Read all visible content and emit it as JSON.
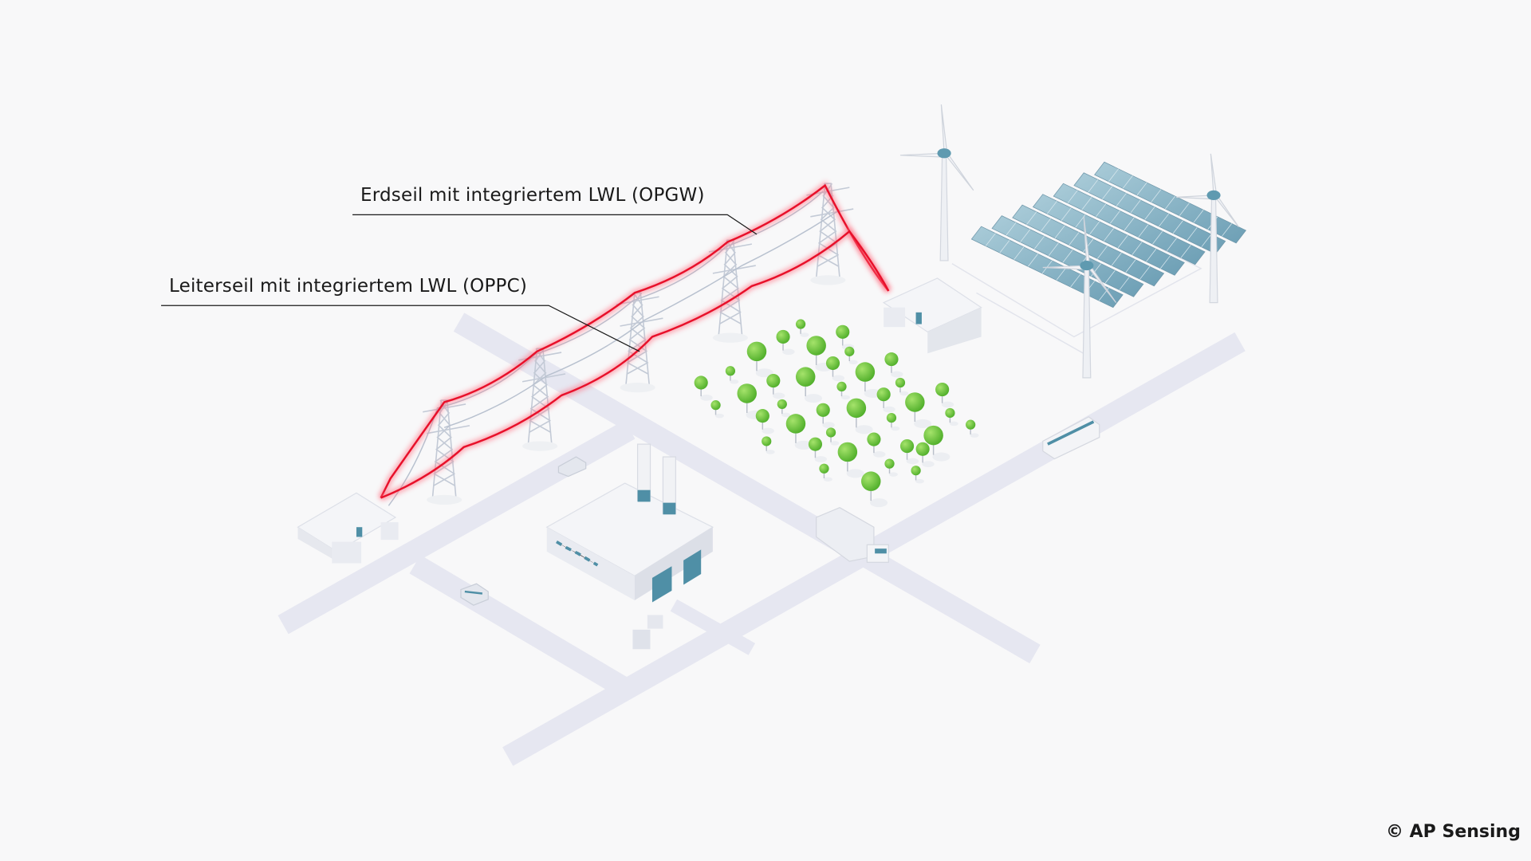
{
  "labels": {
    "opgw": "Erdseil mit integriertem LWL (OPGW)",
    "oppc": "Leiterseil mit integriertem LWL (OPPC)"
  },
  "copyright": "© AP Sensing",
  "colors": {
    "background": "#f8f8f9",
    "road": "#e6e7f1",
    "fiber_line": "#e8102a",
    "tower": "#c3cad6",
    "tree": "#6cc23a",
    "solar": "#8fb7c9",
    "accent_blue": "#4f8fa6"
  }
}
